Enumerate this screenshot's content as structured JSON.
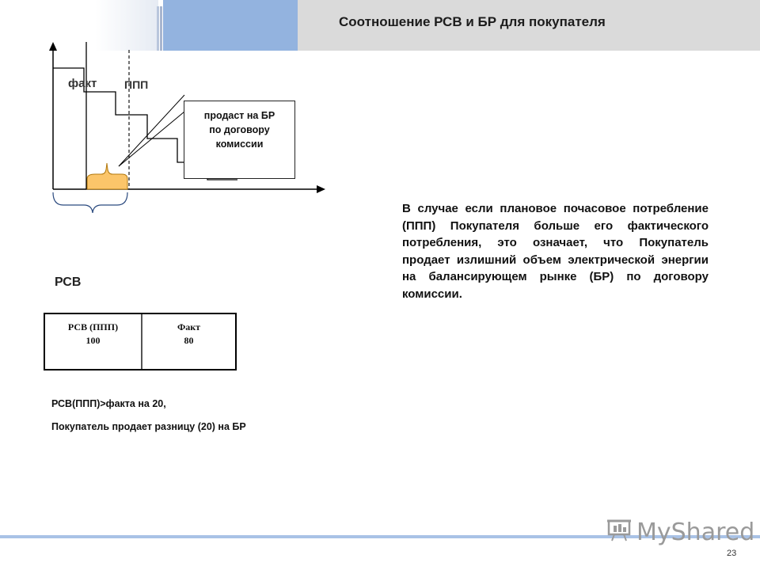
{
  "header": {
    "title": "Соотношение РСВ и БР для покупателя"
  },
  "diagram": {
    "label_fact": "факт",
    "label_ppp": "ППП",
    "label_rsv": "РСВ",
    "callout_lines": [
      "продаст на БР",
      "по договору",
      "комиссии"
    ],
    "colors": {
      "fill_region": "#fbc56a",
      "fill_outline": "#b37a10",
      "lines": "#000000"
    }
  },
  "table": {
    "left_header": "РСВ (ППП)",
    "left_value": "100",
    "right_header": "Факт",
    "right_value": "80"
  },
  "notes": {
    "line1": "РСВ(ППП)>факта на 20,",
    "line2": "Покупатель продает разницу (20) на БР"
  },
  "paragraph": "В случае если плановое почасовое потребление (ППП) Покупателя больше его фактического потребления, это означает, что Покупатель продает излишний объем электрической энергии на балансирующем рынке (БР) по договору комиссии.",
  "watermark": {
    "text": "MyShared",
    "icon": "presentation-board-icon"
  },
  "page_number": "23"
}
